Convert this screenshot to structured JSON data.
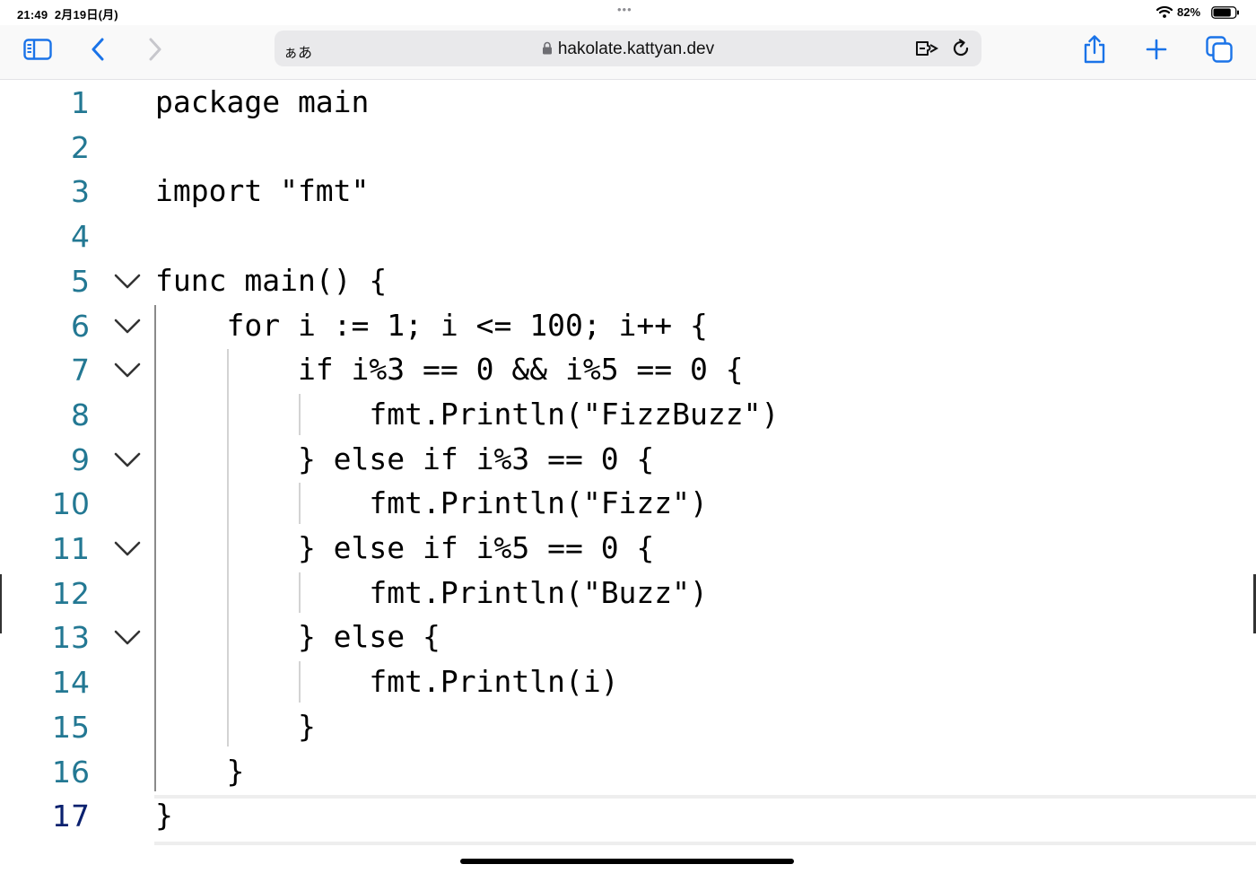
{
  "status_bar": {
    "time": "21:49",
    "date": "2月19日(月)",
    "center_dots": "•••",
    "battery_percent": "82%",
    "battery_level": 0.82
  },
  "toolbar": {
    "reader_label": "ぁあ",
    "url": "hakolate.kattyan.dev",
    "accent_color": "#1a73e8",
    "disabled_color": "#c7c7cc",
    "icons": [
      "sidebar-icon",
      "back-icon",
      "forward-icon",
      "extension-icon",
      "reload-icon",
      "share-icon",
      "plus-icon",
      "tabs-icon"
    ]
  },
  "editor": {
    "line_number_color": "#237893",
    "active_line_number_color": "#0b216f",
    "active_line": 17,
    "lines": [
      {
        "n": "1",
        "text": "package main",
        "fold": false
      },
      {
        "n": "2",
        "text": "",
        "fold": false
      },
      {
        "n": "3",
        "text": "import \"fmt\"",
        "fold": false
      },
      {
        "n": "4",
        "text": "",
        "fold": false
      },
      {
        "n": "5",
        "text": "func main() {",
        "fold": true
      },
      {
        "n": "6",
        "text": "    for i := 1; i <= 100; i++ {",
        "fold": true
      },
      {
        "n": "7",
        "text": "        if i%3 == 0 && i%5 == 0 {",
        "fold": true
      },
      {
        "n": "8",
        "text": "            fmt.Println(\"FizzBuzz\")",
        "fold": false
      },
      {
        "n": "9",
        "text": "        } else if i%3 == 0 {",
        "fold": true
      },
      {
        "n": "10",
        "text": "            fmt.Println(\"Fizz\")",
        "fold": false
      },
      {
        "n": "11",
        "text": "        } else if i%5 == 0 {",
        "fold": true
      },
      {
        "n": "12",
        "text": "            fmt.Println(\"Buzz\")",
        "fold": false
      },
      {
        "n": "13",
        "text": "        } else {",
        "fold": true
      },
      {
        "n": "14",
        "text": "            fmt.Println(i)",
        "fold": false
      },
      {
        "n": "15",
        "text": "        }",
        "fold": false
      },
      {
        "n": "16",
        "text": "    }",
        "fold": false
      },
      {
        "n": "17",
        "text": "}",
        "fold": false
      }
    ]
  }
}
